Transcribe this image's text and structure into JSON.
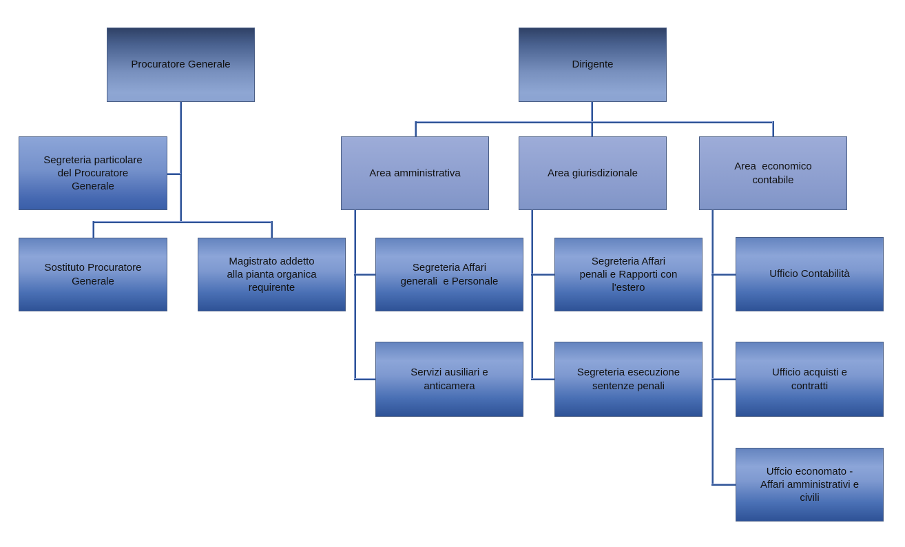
{
  "diagram": {
    "type": "org-chart",
    "language": "it"
  },
  "colors": {
    "background": "#ffffff",
    "connector_core": "#2F5496",
    "connector_highlight": "#8EA3D6",
    "box_border": "#4A5E85",
    "box_gradient_dark": "#2E5296",
    "box_gradient_light": "#8CA5D8",
    "text": "#111111"
  },
  "nodes": {
    "procuratore_generale": {
      "label": "Procuratore Generale",
      "parent": null
    },
    "dirigente": {
      "label": "Dirigente",
      "parent": null
    },
    "segreteria_particolare": {
      "label": "Segreteria particolare\ndel Procuratore\nGenerale",
      "parent": "procuratore_generale"
    },
    "area_amministrativa": {
      "label": "Area amministrativa",
      "parent": "dirigente"
    },
    "area_giurisdizionale": {
      "label": "Area giurisdizionale",
      "parent": "dirigente"
    },
    "area_economico_contabile": {
      "label": "Area  economico\ncontabile",
      "parent": "dirigente"
    },
    "sostituto_procuratore_generale": {
      "label": "Sostituto Procuratore\nGenerale",
      "parent": "procuratore_generale"
    },
    "magistrato_addetto": {
      "label": "Magistrato addetto\nalla pianta organica\nrequirente",
      "parent": "procuratore_generale"
    },
    "segreteria_affari_generali": {
      "label": "Segreteria Affari\ngenerali  e Personale",
      "parent": "area_amministrativa"
    },
    "servizi_ausiliari": {
      "label": "Servizi ausiliari e\nanticamera",
      "parent": "area_amministrativa"
    },
    "segreteria_affari_penali": {
      "label": "Segreteria Affari\npenali e Rapporti con\nl'estero",
      "parent": "area_giurisdizionale"
    },
    "segreteria_esecuzione": {
      "label": "Segreteria esecuzione\nsentenze penali",
      "parent": "area_giurisdizionale"
    },
    "ufficio_contabilita": {
      "label": "Ufficio Contabilità",
      "parent": "area_economico_contabile"
    },
    "ufficio_acquisti": {
      "label": "Ufficio acquisti e\ncontratti",
      "parent": "area_economico_contabile"
    },
    "ufficio_economato": {
      "label": "Uffcio economato -\nAffari amministrativi e\ncivili",
      "parent": "area_economico_contabile"
    }
  }
}
